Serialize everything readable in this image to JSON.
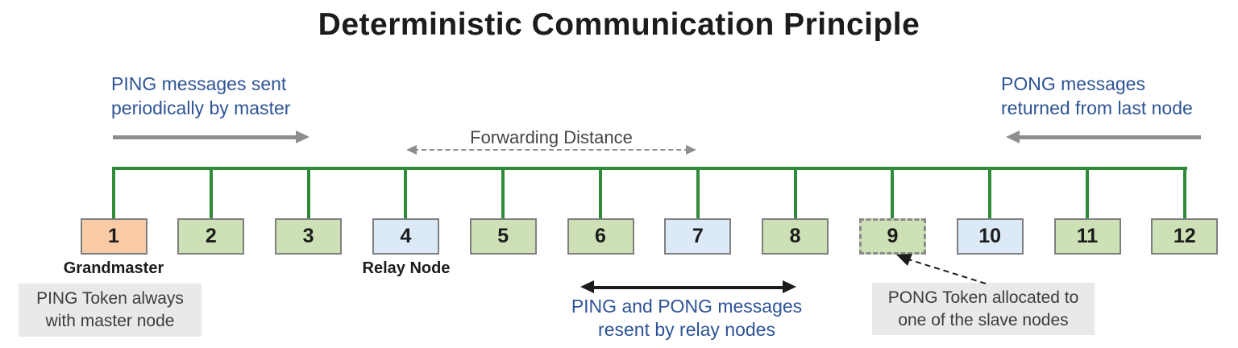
{
  "title": "Deterministic Communication Principle",
  "annotations": {
    "ping_sent": {
      "line1": "PING messages sent",
      "line2": "periodically by master"
    },
    "pong_returned": {
      "line1": "PONG messages",
      "line2": "returned from last node"
    },
    "forwarding_distance_label": "Forwarding Distance",
    "resent_by_relay": {
      "line1": "PING and PONG messages",
      "line2": "resent by relay nodes"
    }
  },
  "node_captions": {
    "grandmaster": "Grandmaster",
    "relay_node": "Relay Node"
  },
  "callouts": {
    "ping_token": {
      "line1": "PING Token always",
      "line2": "with master node"
    },
    "pong_token": {
      "line1": "PONG Token allocated to",
      "line2": "one of the slave nodes"
    }
  },
  "nodes": [
    {
      "label": "1",
      "kind": "master",
      "dashed": false
    },
    {
      "label": "2",
      "kind": "slave",
      "dashed": false
    },
    {
      "label": "3",
      "kind": "slave",
      "dashed": false
    },
    {
      "label": "4",
      "kind": "relay",
      "dashed": false
    },
    {
      "label": "5",
      "kind": "slave",
      "dashed": false
    },
    {
      "label": "6",
      "kind": "slave",
      "dashed": false
    },
    {
      "label": "7",
      "kind": "relay",
      "dashed": false
    },
    {
      "label": "8",
      "kind": "slave",
      "dashed": false
    },
    {
      "label": "9",
      "kind": "slave",
      "dashed": true
    },
    {
      "label": "10",
      "kind": "relay",
      "dashed": false
    },
    {
      "label": "11",
      "kind": "slave",
      "dashed": false
    },
    {
      "label": "12",
      "kind": "slave",
      "dashed": false
    }
  ],
  "colors": {
    "master_fill": "#F8CBA6",
    "slave_fill": "#CDE0B6",
    "relay_fill": "#DCE9F6",
    "node_border": "#7F7F7F",
    "bus_green": "#2E8B37",
    "annotation_blue": "#2E5496",
    "arrow_gray": "#8E8E8E",
    "callout_bg": "#E9E9E9",
    "text_dark": "#1C1C1C"
  }
}
